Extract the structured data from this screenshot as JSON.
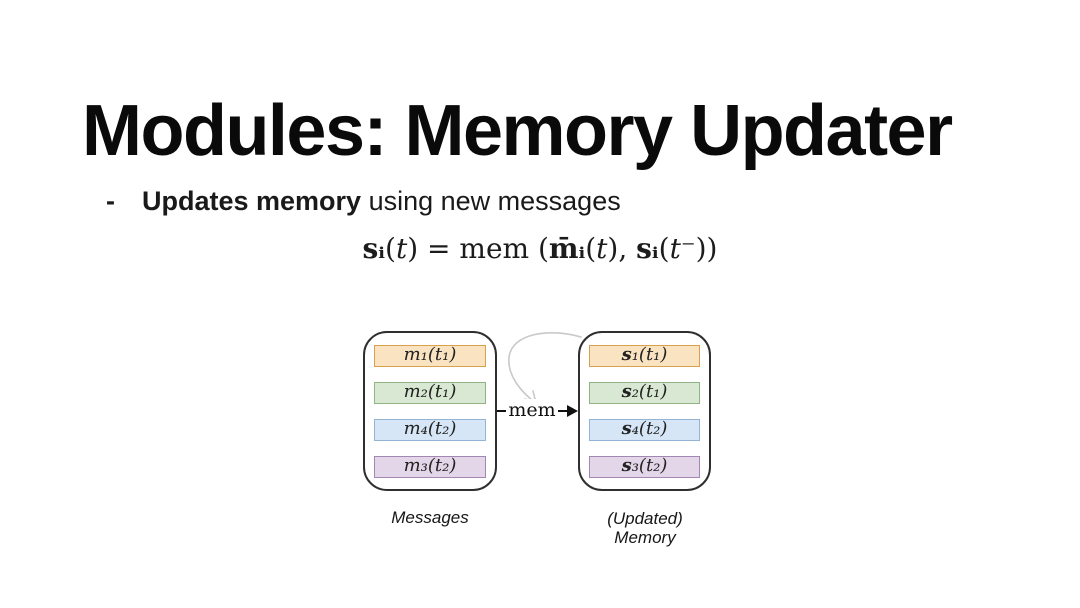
{
  "title": "Modules: Memory Updater",
  "bullet": {
    "marker": "-",
    "bold_text": "Updates memory",
    "regular_text": " using new messages"
  },
  "formula": {
    "plain": "sᵢ(t) = mem (m̄ᵢ(t), sᵢ(t⁻))",
    "parts": [
      {
        "text": "sᵢ",
        "style": "bold"
      },
      {
        "text": "(",
        "style": "roman"
      },
      {
        "text": "t",
        "style": "italic"
      },
      {
        "text": ") = mem (",
        "style": "roman"
      },
      {
        "text": "m̄ᵢ",
        "style": "bold"
      },
      {
        "text": "(",
        "style": "roman"
      },
      {
        "text": "t",
        "style": "italic"
      },
      {
        "text": "), ",
        "style": "roman"
      },
      {
        "text": "sᵢ",
        "style": "bold"
      },
      {
        "text": "(",
        "style": "roman"
      },
      {
        "text": "t⁻",
        "style": "italic"
      },
      {
        "text": "))",
        "style": "roman"
      }
    ]
  },
  "diagram": {
    "mem_label": "mem",
    "messages": {
      "caption": "Messages",
      "rows": [
        {
          "label": "m₁(t₁)",
          "color": "orange"
        },
        {
          "label": "m₂(t₁)",
          "color": "green"
        },
        {
          "label": "m₄(t₂)",
          "color": "blue"
        },
        {
          "label": "m₃(t₂)",
          "color": "purple"
        }
      ]
    },
    "memory": {
      "caption_line1": "(Updated)",
      "caption_line2": "Memory",
      "rows": [
        {
          "label": "s₁(t₁)",
          "color": "orange"
        },
        {
          "label": "s₂(t₁)",
          "color": "green"
        },
        {
          "label": "s₄(t₂)",
          "color": "blue"
        },
        {
          "label": "s₃(t₂)",
          "color": "purple"
        }
      ]
    },
    "colors": {
      "orange": {
        "fill": "#FAE3C0",
        "stroke": "#D9A04F"
      },
      "green": {
        "fill": "#D8E8D2",
        "stroke": "#8FB383"
      },
      "blue": {
        "fill": "#D6E6F7",
        "stroke": "#92B5D6"
      },
      "purple": {
        "fill": "#E2D6E8",
        "stroke": "#A287B2"
      },
      "box_border": "#2F2F2F",
      "arrow": "#111111",
      "curved_arrow": "#C9C9C9"
    }
  }
}
